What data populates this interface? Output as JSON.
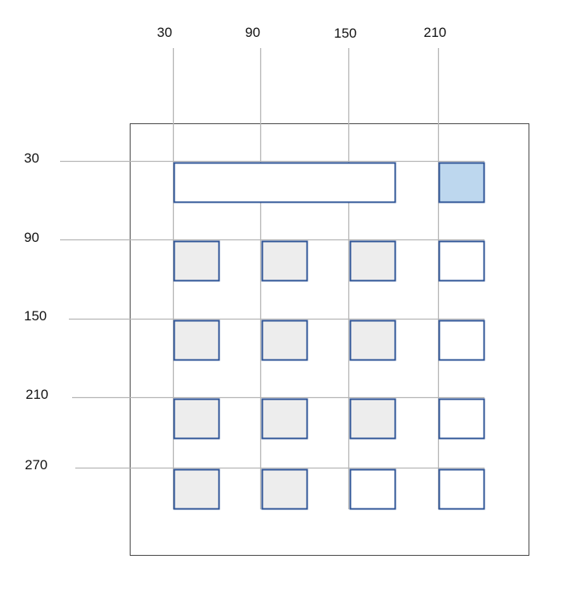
{
  "column_labels": [
    "30",
    "90",
    "150",
    "210"
  ],
  "row_labels": [
    "30",
    "90",
    "150",
    "210",
    "270"
  ],
  "colors": {
    "grid_line": "#b4b4b4",
    "frame": "#444444",
    "box_stroke": "#2f5597",
    "fill_grey": "#ededed",
    "fill_blue": "#bdd7ee",
    "fill_white": "#ffffff"
  },
  "boxes": [
    {
      "row": 0,
      "col": 0,
      "span": 3,
      "fill": "white"
    },
    {
      "row": 0,
      "col": 3,
      "span": 1,
      "fill": "blue"
    },
    {
      "row": 1,
      "col": 0,
      "span": 1,
      "fill": "grey"
    },
    {
      "row": 1,
      "col": 1,
      "span": 1,
      "fill": "grey"
    },
    {
      "row": 1,
      "col": 2,
      "span": 1,
      "fill": "grey"
    },
    {
      "row": 1,
      "col": 3,
      "span": 1,
      "fill": "white"
    },
    {
      "row": 2,
      "col": 0,
      "span": 1,
      "fill": "grey"
    },
    {
      "row": 2,
      "col": 1,
      "span": 1,
      "fill": "grey"
    },
    {
      "row": 2,
      "col": 2,
      "span": 1,
      "fill": "grey"
    },
    {
      "row": 2,
      "col": 3,
      "span": 1,
      "fill": "white"
    },
    {
      "row": 3,
      "col": 0,
      "span": 1,
      "fill": "grey"
    },
    {
      "row": 3,
      "col": 1,
      "span": 1,
      "fill": "grey"
    },
    {
      "row": 3,
      "col": 2,
      "span": 1,
      "fill": "grey"
    },
    {
      "row": 3,
      "col": 3,
      "span": 1,
      "fill": "white"
    },
    {
      "row": 4,
      "col": 0,
      "span": 1,
      "fill": "grey"
    },
    {
      "row": 4,
      "col": 1,
      "span": 1,
      "fill": "grey"
    },
    {
      "row": 4,
      "col": 2,
      "span": 1,
      "fill": "white"
    },
    {
      "row": 4,
      "col": 3,
      "span": 1,
      "fill": "white"
    }
  ]
}
